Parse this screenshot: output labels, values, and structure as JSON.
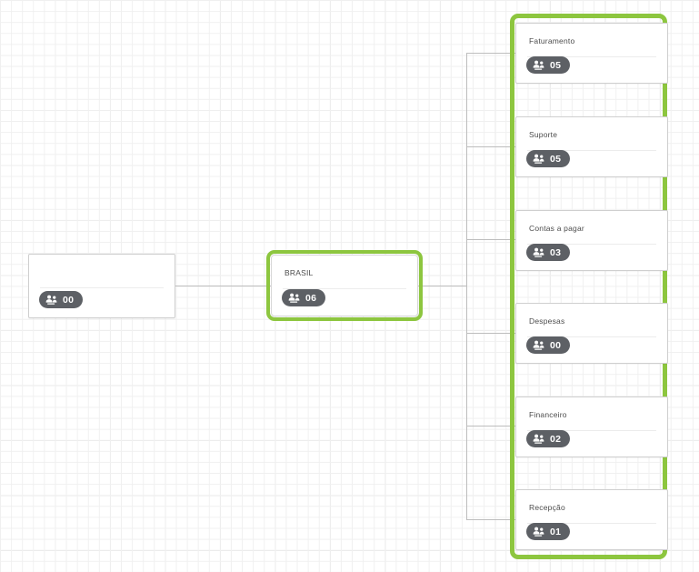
{
  "diagram": {
    "type": "org-chart",
    "accent_color": "#8dc63f",
    "badge_color": "#5d6065",
    "line_color": "#bdbdbd",
    "grid_color": "#ececec",
    "badge_icon": "people-group-icon"
  },
  "root": {
    "title": "",
    "count": "00",
    "selected": false
  },
  "level1": {
    "title": "BRASIL",
    "count": "06",
    "selected": true
  },
  "children_group": {
    "selected": true,
    "nodes": [
      {
        "title": "Faturamento",
        "count": "05"
      },
      {
        "title": "Suporte",
        "count": "05"
      },
      {
        "title": "Contas a pagar",
        "count": "03"
      },
      {
        "title": "Despesas",
        "count": "00"
      },
      {
        "title": "Financeiro",
        "count": "02"
      },
      {
        "title": "Recepção",
        "count": "01"
      }
    ]
  }
}
